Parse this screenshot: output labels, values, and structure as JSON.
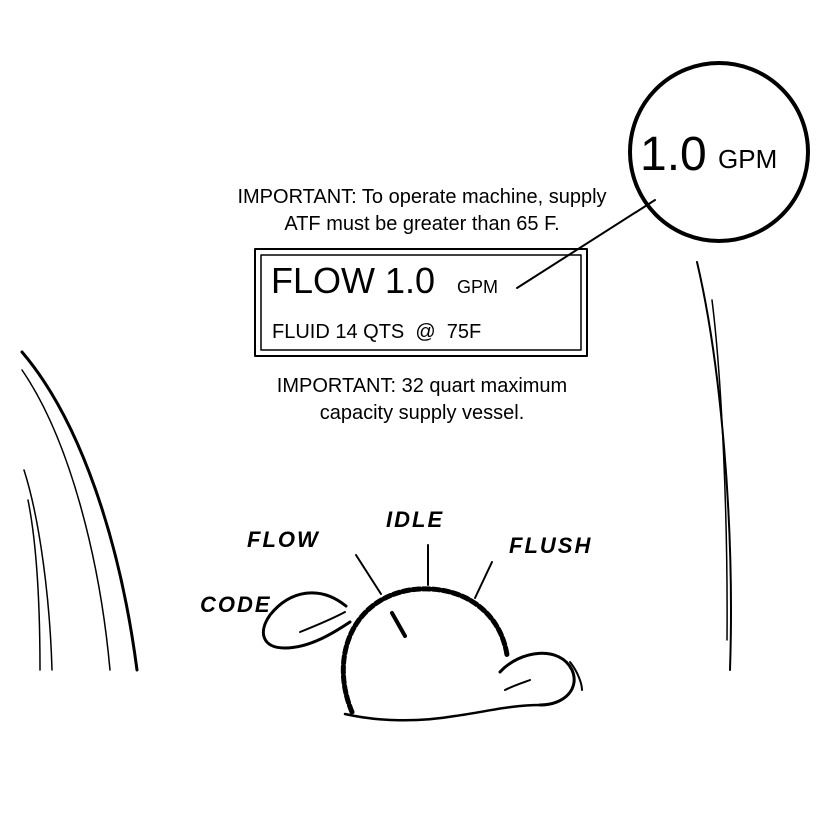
{
  "callout": {
    "value": "1.0",
    "unit": "GPM"
  },
  "note_top": {
    "line1": "IMPORTANT: To operate machine, supply",
    "line2": "ATF must be greater than 65 F."
  },
  "display": {
    "flow_label": "FLOW 1.0",
    "flow_unit": "GPM",
    "fluid_line": "FLUID 14 QTS  @  75F"
  },
  "note_bottom": {
    "line1": "IMPORTANT: 32 quart maximum",
    "line2": "capacity supply vessel."
  },
  "dial": {
    "code": "CODE",
    "flow": "FLOW",
    "idle": "IDLE",
    "flush": "FLUSH"
  }
}
